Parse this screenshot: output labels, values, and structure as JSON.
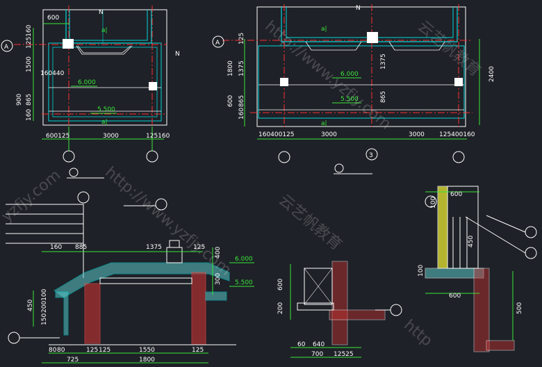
{
  "drawings": {
    "plan_left": {
      "axis": "A",
      "dims_top": [
        "600"
      ],
      "dims_left": [
        "125160",
        "1500",
        "160440",
        "900",
        "865",
        "160"
      ],
      "levels": [
        "6.000",
        "5.500"
      ],
      "dims_bottom": [
        "600125",
        "3000",
        "125160"
      ],
      "north": "N"
    },
    "plan_right": {
      "axis": "A",
      "dims_left": [
        "125",
        "1800",
        "1375",
        "600",
        "865",
        "160"
      ],
      "dims_center": [
        "1375",
        "865"
      ],
      "dim_right": "2400",
      "levels": [
        "6.000",
        "5.500"
      ],
      "dims_bottom": [
        "160400125",
        "3000",
        "3000",
        "125400160"
      ],
      "north": "N",
      "section_mark": "3"
    },
    "section_left": {
      "dims_top": [
        "160",
        "885",
        "1375",
        "125"
      ],
      "dims_right": [
        "400",
        "300"
      ],
      "levels": [
        "6.000",
        "5.500"
      ],
      "dims_left": [
        "450",
        "200100",
        "150"
      ],
      "dims_bottom_1": [
        "80",
        "80",
        "125",
        "125",
        "1550",
        "125"
      ],
      "dims_bottom_2": [
        "725",
        "1800"
      ]
    },
    "detail_mid": {
      "dims": [
        "600",
        "200"
      ],
      "dims_bottom": [
        "60",
        "640",
        "700",
        "12525"
      ]
    },
    "detail_right": {
      "dims": [
        "600",
        "100",
        "450",
        "100",
        "600",
        "500"
      ]
    }
  },
  "watermarks": [
    "http://www.yzfjy.com",
    "云艺帆教育",
    "http://www.yzfjy.com",
    "云艺帆教育",
    "yzfjy.com",
    "http"
  ]
}
